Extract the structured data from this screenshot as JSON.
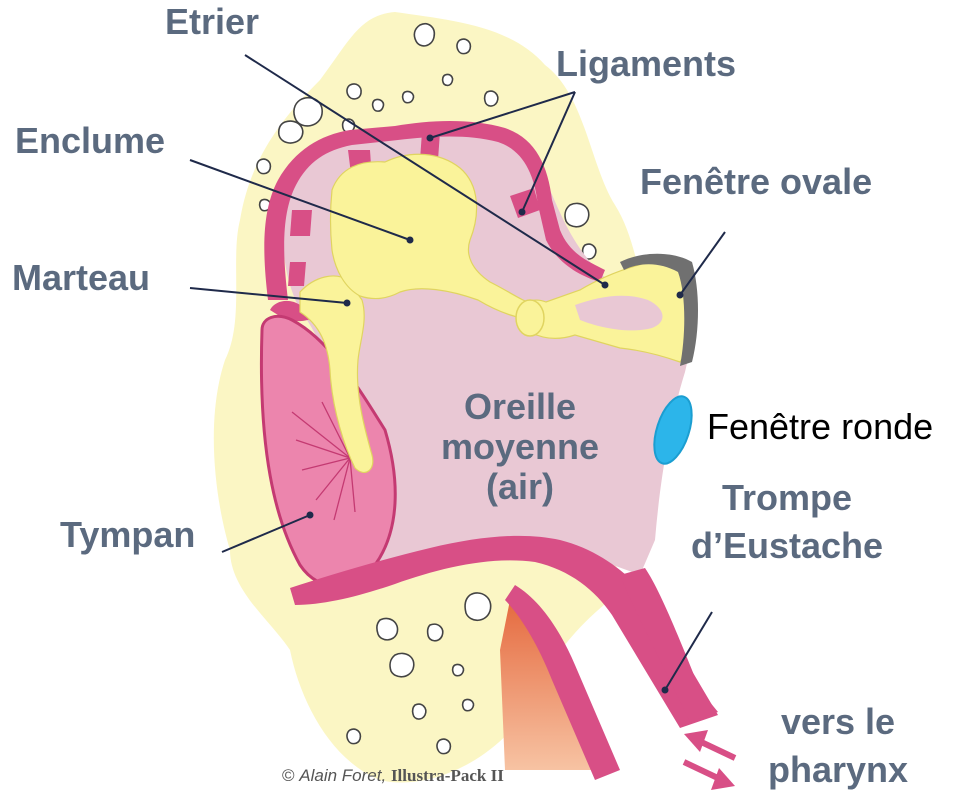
{
  "labels": {
    "etrier": "Etrier",
    "ligaments": "Ligaments",
    "enclume": "Enclume",
    "fenetre_ovale": "Fenêtre ovale",
    "marteau": "Marteau",
    "oreille_moyenne": [
      "Oreille",
      "moyenne",
      "(air)"
    ],
    "fenetre_ronde": "Fenêtre ronde",
    "trompe_eustache": [
      "Trompe",
      "d’Eustache"
    ],
    "tympan": "Tympan",
    "vers_pharynx": [
      "vers le",
      "pharynx"
    ]
  },
  "credit": {
    "symbol": "©",
    "author": "Alain Foret,",
    "pack": "Illustra-Pack II"
  },
  "colors": {
    "bone": "#fbf6c4",
    "membrane": "#d84f86",
    "cavity": "#e9c8d4",
    "ossicle": "#faf39a",
    "tympan": "#ec85ad",
    "round_window": "#2cb5ea",
    "label_text": "#5b6a7f",
    "arrows": "#d84f86",
    "oval_window_rim": "#707070",
    "nasal_tissue": "#f0a076"
  },
  "icons": {
    "arrows": "double-arrow-icon"
  }
}
